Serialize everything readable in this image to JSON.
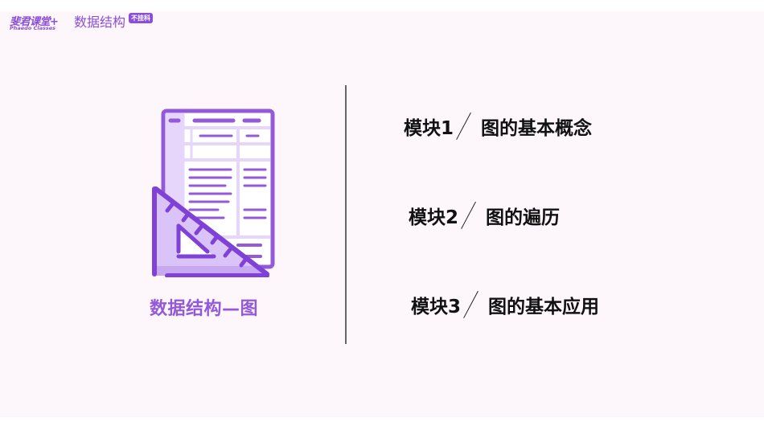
{
  "header": {
    "brand_cn": "斐君课堂+",
    "brand_en": "Phaedo Classes",
    "course_title": "数据结构",
    "badge": "不挂科"
  },
  "left_panel": {
    "icon": "document-ruler-icon",
    "caption": "数据结构—图"
  },
  "modules": [
    {
      "label": "模块1",
      "title": "图的基本概念"
    },
    {
      "label": "模块2",
      "title": "图的遍历"
    },
    {
      "label": "模块3",
      "title": "图的基本应用"
    }
  ],
  "colors": {
    "accent": "#8a4fd6",
    "icon_light": "#e6d6fb",
    "icon_mid": "#c9a8f2",
    "background": "#fdf6fb",
    "divider": "#666666"
  }
}
